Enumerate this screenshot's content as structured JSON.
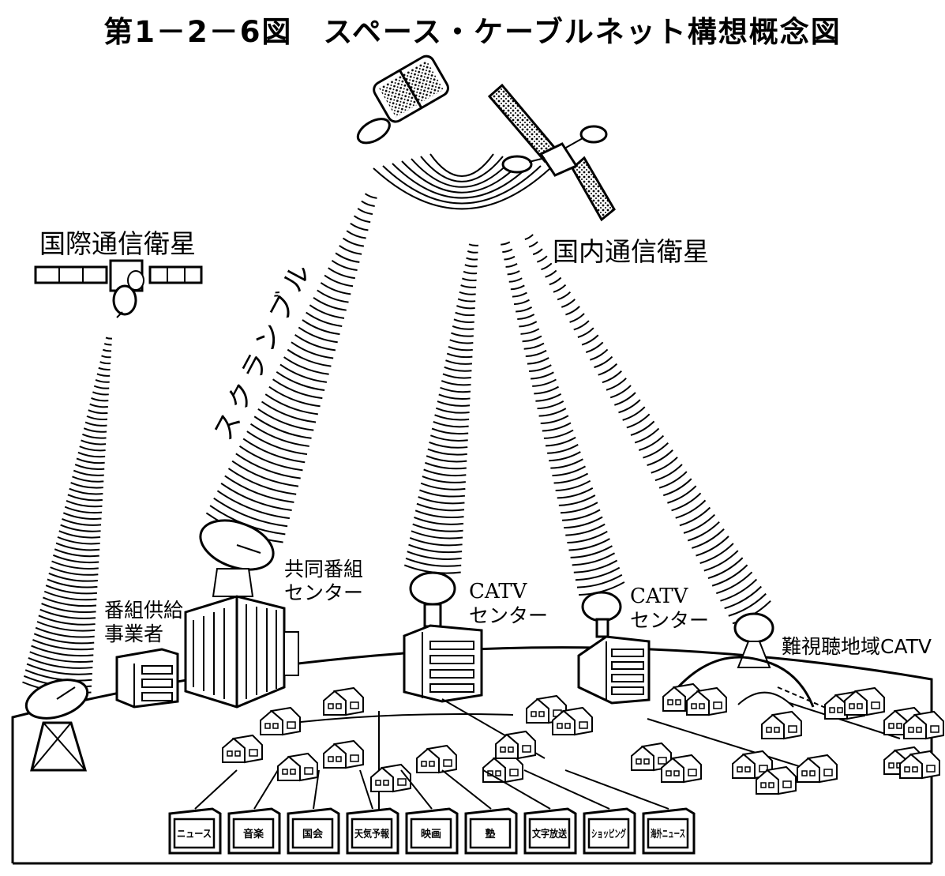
{
  "title": "第1－2－6図　スペース・ケーブルネット構想概念図",
  "labels": {
    "intl_satellite": "国際通信衛星",
    "domestic_satellite": "国内通信衛星",
    "scramble": "スクランブル",
    "joint_program_center_line1": "共同番組",
    "joint_program_center_line2": "センター",
    "program_supplier_line1": "番組供給",
    "program_supplier_line2": "事業者",
    "catv_center_a_line1": "CATV",
    "catv_center_a_line2": "センター",
    "catv_center_b_line1": "CATV",
    "catv_center_b_line2": "センター",
    "hard_to_receive_catv": "難視聴地域CATV"
  },
  "channels": [
    {
      "label": "ニュース",
      "icon": "news-tile"
    },
    {
      "label": "音楽",
      "icon": "music-tile"
    },
    {
      "label": "国会",
      "icon": "diet-tile"
    },
    {
      "label": "天気予報",
      "icon": "weather-tile"
    },
    {
      "label": "映画",
      "icon": "movie-tile"
    },
    {
      "label": "塾",
      "icon": "cram-school-tile"
    },
    {
      "label": "文字放送",
      "icon": "teletext-tile"
    },
    {
      "label": "ショッピング",
      "icon": "shopping-tile"
    },
    {
      "label": "海外ニュース",
      "icon": "overseas-news-tile"
    }
  ],
  "colors": {
    "ink": "#000000",
    "paper": "#ffffff"
  }
}
